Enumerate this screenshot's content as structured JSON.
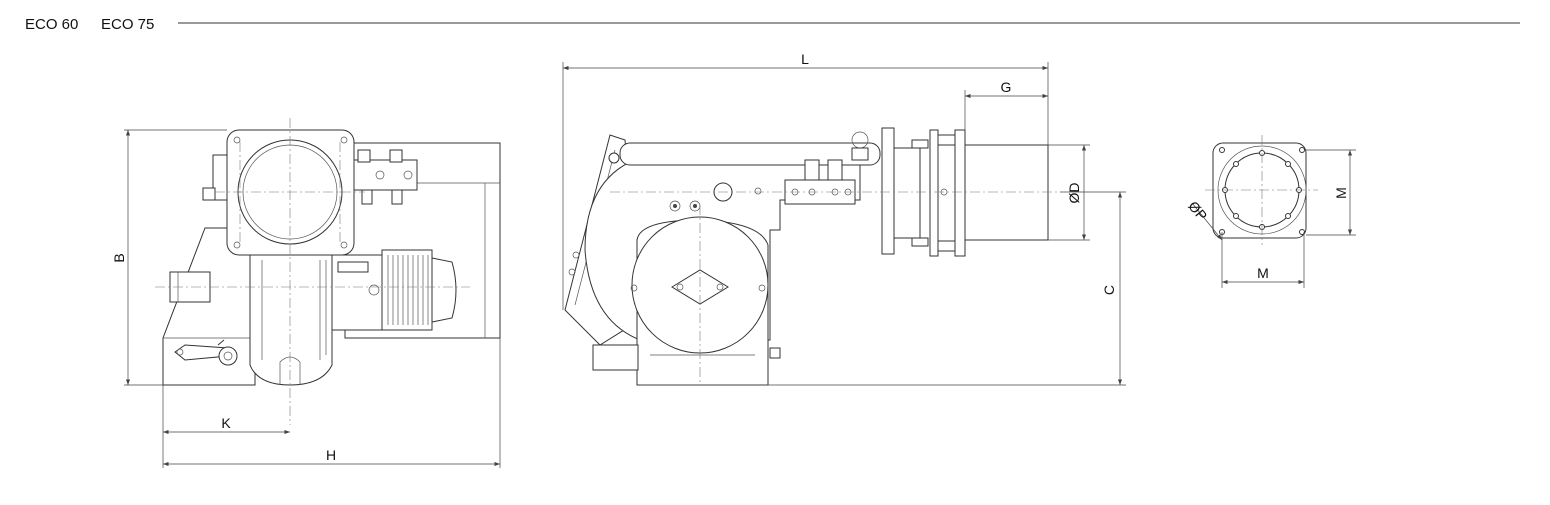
{
  "header": {
    "model_1": "ECO 60",
    "model_2": "ECO 75"
  },
  "dimensions": {
    "B": "B",
    "K": "K",
    "H": "H",
    "L": "L",
    "G": "G",
    "D": "ØD",
    "C": "C",
    "P": "ØP",
    "M_vertical": "M",
    "M_horizontal": "M"
  }
}
